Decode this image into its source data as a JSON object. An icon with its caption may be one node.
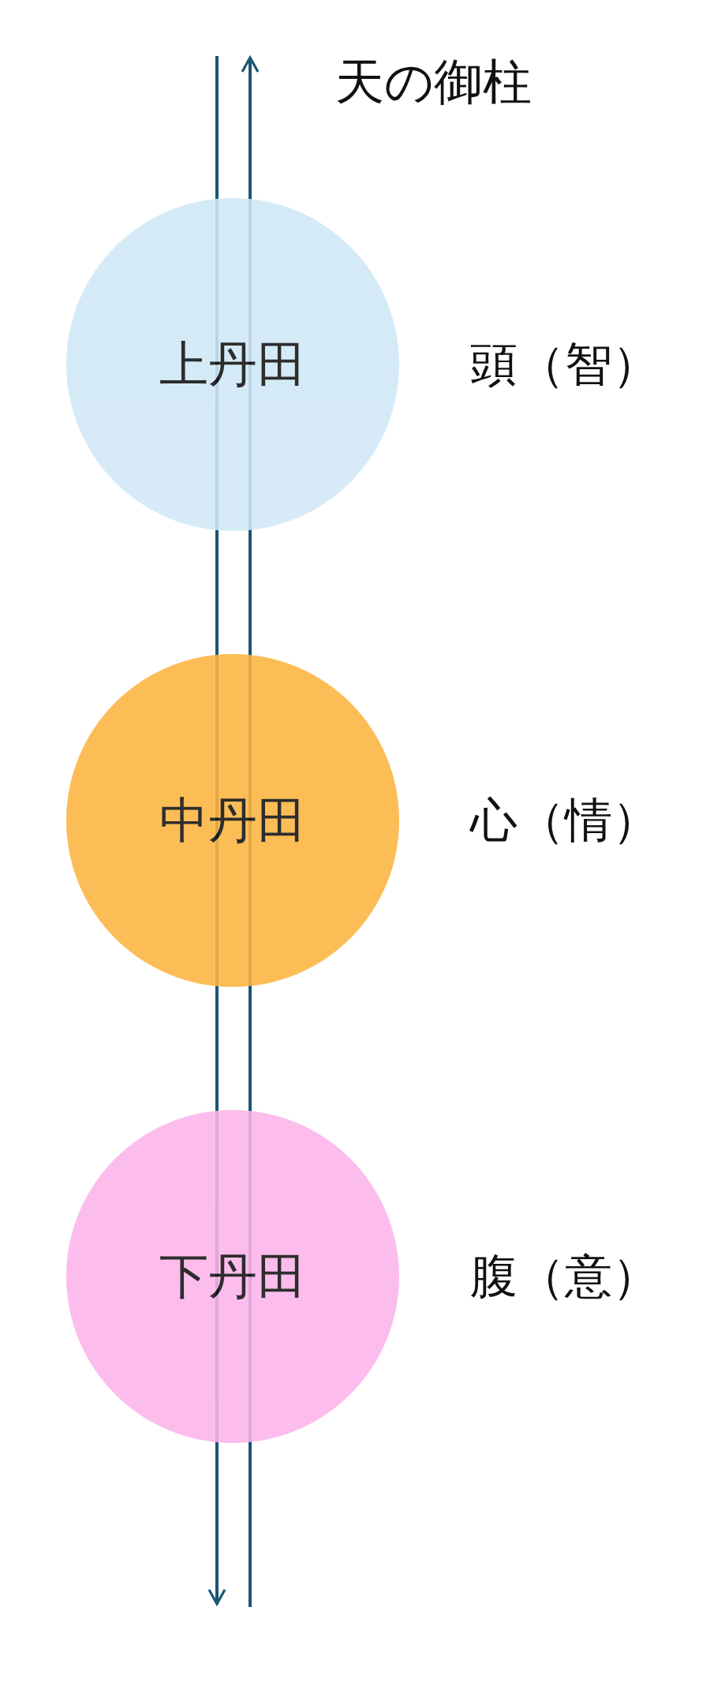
{
  "diagram": {
    "nodes": [
      {
        "text": [
          "上丹田"
        ],
        "beside": [
          "頭（智）"
        ]
      },
      {
        "text": [
          "中丹田"
        ],
        "beside": [
          "心（情）"
        ]
      },
      {
        "text": [
          "下丹田"
        ],
        "beside": [
          "腹（意）"
        ]
      }
    ],
    "labels": [
      "天の御柱"
    ]
  }
}
